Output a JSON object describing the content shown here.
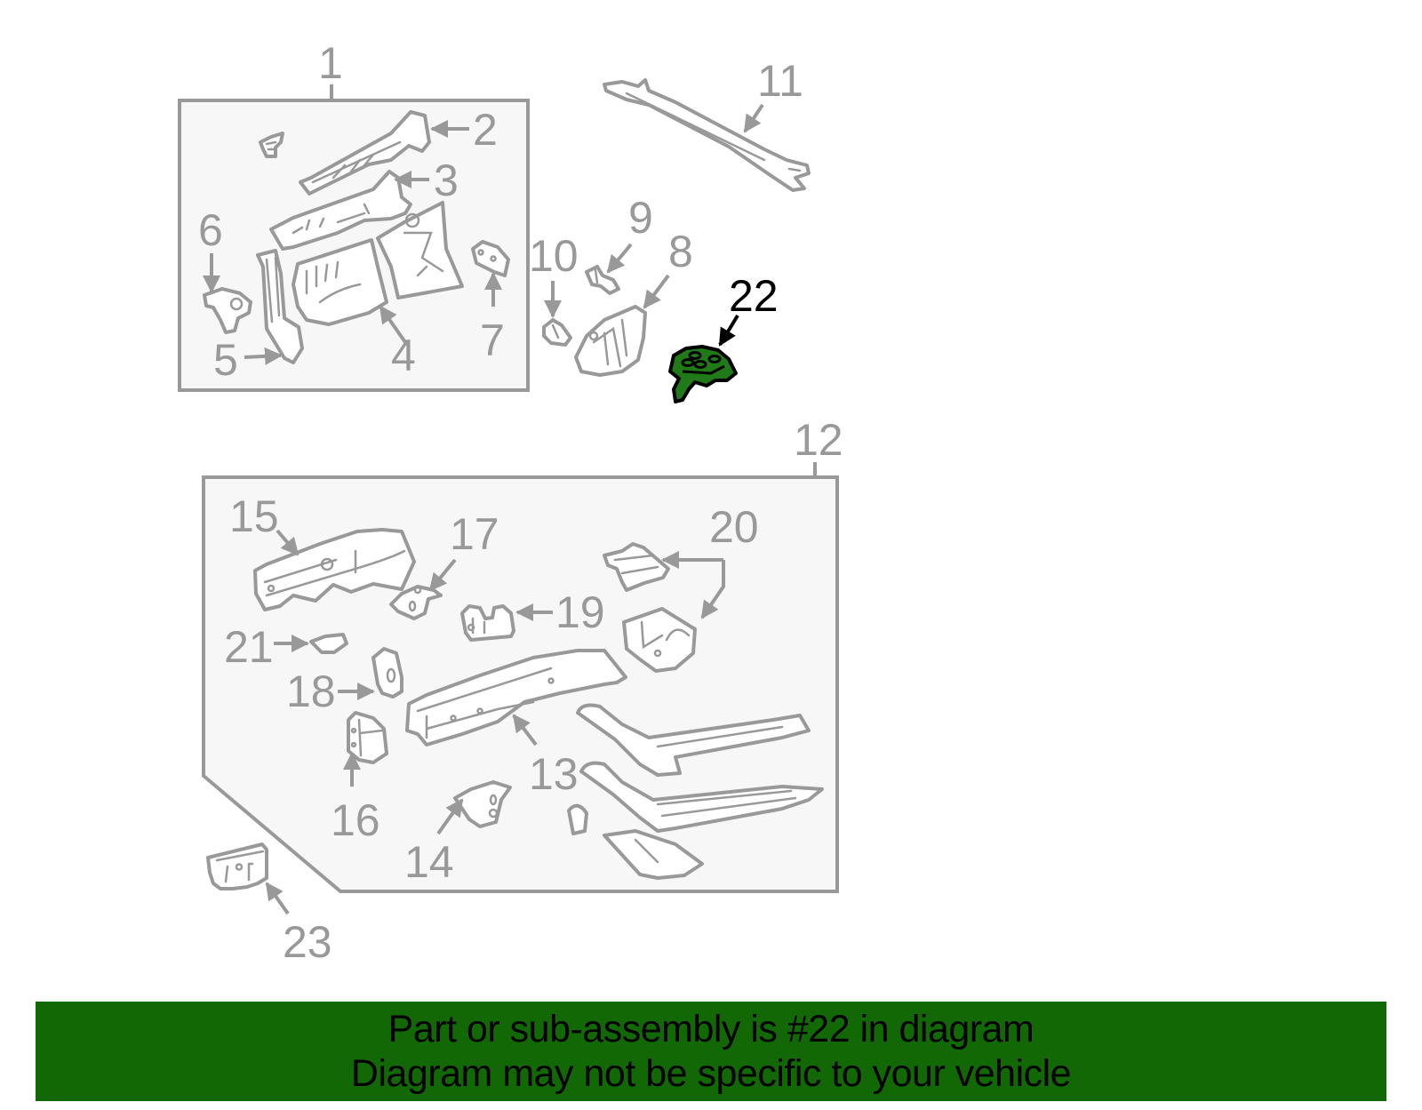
{
  "diagram": {
    "highlighted_part": "22",
    "highlight_color": "#1f7a17",
    "line_color": "#999999",
    "group_box_fill": "#f7f7f7",
    "groups": [
      {
        "label": "1",
        "contains": [
          "2",
          "3",
          "4",
          "5",
          "6",
          "7"
        ]
      },
      {
        "label": "12",
        "contains": [
          "13",
          "14",
          "15",
          "16",
          "17",
          "18",
          "19",
          "20",
          "21"
        ]
      }
    ],
    "callouts": {
      "c1": "1",
      "c2": "2",
      "c3": "3",
      "c4": "4",
      "c5": "5",
      "c6": "6",
      "c7": "7",
      "c8": "8",
      "c9": "9",
      "c10": "10",
      "c11": "11",
      "c12": "12",
      "c13": "13",
      "c14": "14",
      "c15": "15",
      "c16": "16",
      "c17": "17",
      "c18": "18",
      "c19": "19",
      "c20": "20",
      "c21": "21",
      "c22": "22",
      "c23": "23"
    }
  },
  "banner": {
    "background": "#136806",
    "line1": "Part or sub-assembly is #22 in diagram",
    "line2": "Diagram may not be specific to your vehicle"
  }
}
